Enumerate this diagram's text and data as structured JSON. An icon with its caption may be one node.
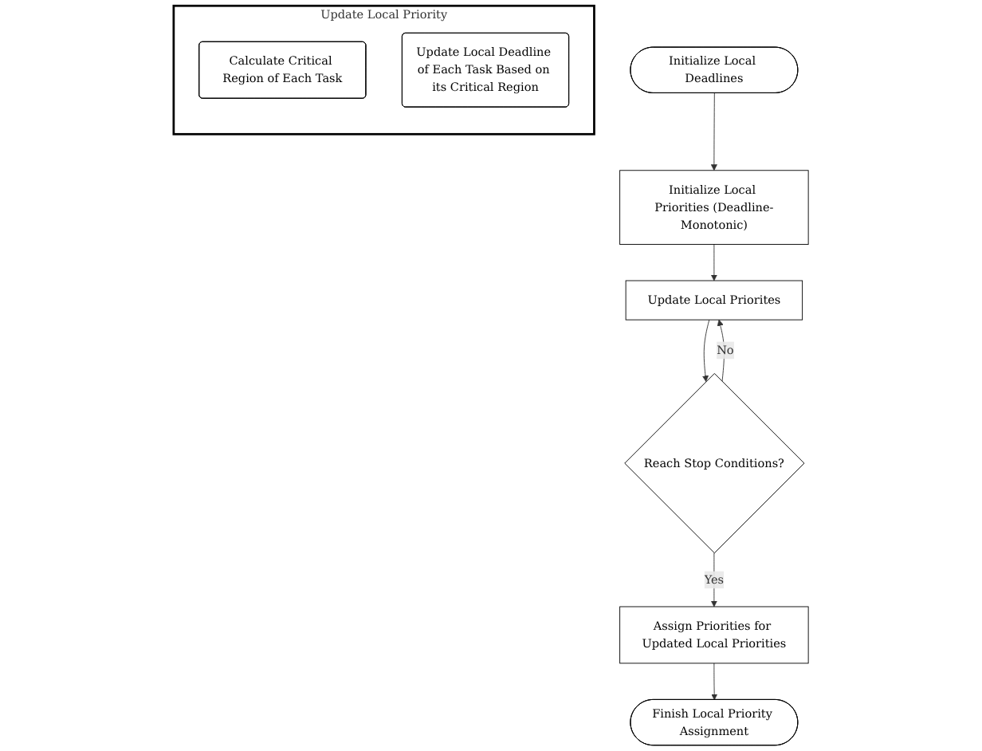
{
  "diagram": {
    "nodes": [
      {
        "text": [
          "Initialize Local Deadlines"
        ]
      },
      {
        "text": [
          "Initialize Local Priorities (Deadline-Monotonic)"
        ]
      },
      {
        "text": [
          "Update Local Priorites"
        ]
      },
      {
        "text": [
          "Reach Stop Conditions?"
        ]
      },
      {
        "text": [
          "Assign Priorities for Updated Local Priorities"
        ]
      },
      {
        "text": [
          "Finish Local Priority Assignment"
        ]
      },
      {
        "text": [
          "Update Local Priority"
        ]
      },
      {
        "text": [
          "Calculate Critical Region of Each Task"
        ],
        "in": 6
      },
      {
        "text": [
          "Update Local Deadline of Each Task Based on its Critical Region"
        ],
        "in": 6
      }
    ],
    "edges": [
      {
        "from": 0,
        "to": 1,
        "arrow": "to"
      },
      {
        "from": 1,
        "to": 2,
        "arrow": "to"
      },
      {
        "from": 2,
        "to": 3,
        "arrow": "to"
      },
      {
        "from": 3,
        "to": 4,
        "arrow": "to",
        "label": "Yes"
      },
      {
        "from": 3,
        "to": 2,
        "arrow": "to",
        "label": "No"
      },
      {
        "from": 4,
        "to": 5,
        "arrow": "to"
      }
    ]
  }
}
